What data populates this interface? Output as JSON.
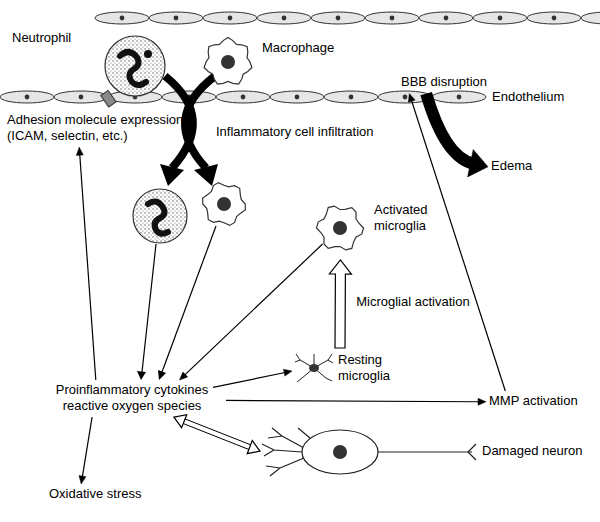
{
  "diagram": {
    "nodes": [
      {
        "text": [
          "Neutrophil"
        ]
      },
      {
        "text": [
          "Macrophage"
        ]
      },
      {
        "text": [
          "BBB disruption"
        ]
      },
      {
        "text": [
          "Adhesion molecule expression (ICAM, selectin, etc.)"
        ]
      },
      {
        "text": [
          "Edema"
        ]
      },
      {
        "text": [
          "Activated microglia"
        ]
      },
      {
        "text": [
          "Resting microglia"
        ]
      },
      {
        "text": [
          "Proinflammatory cytokines reactive oxygen species"
        ]
      },
      {
        "text": [
          "MMP activation"
        ]
      },
      {
        "text": [
          "Damaged neuron"
        ]
      },
      {
        "text": [
          "Oxidative stress"
        ]
      }
    ],
    "edges": [
      {
        "from": 7,
        "to": 3,
        "arrow": "to"
      },
      {
        "from": 7,
        "to": 6,
        "arrow": "to"
      },
      {
        "from": 6,
        "to": 5,
        "label": "Microglial activation",
        "arrow": "to"
      },
      {
        "from": 5,
        "to": 7,
        "arrow": "to"
      },
      {
        "from": 7,
        "to": 8,
        "arrow": "to"
      },
      {
        "from": 8,
        "to": 2,
        "arrow": "to"
      },
      {
        "from": 2,
        "to": 4,
        "arrow": "to"
      },
      {
        "from": 7,
        "to": 9,
        "arrow": "both"
      },
      {
        "from": 7,
        "to": 10,
        "arrow": "to"
      }
    ],
    "labels": [
      "Endothelium",
      "Inflammatory cell infiltration"
    ]
  }
}
